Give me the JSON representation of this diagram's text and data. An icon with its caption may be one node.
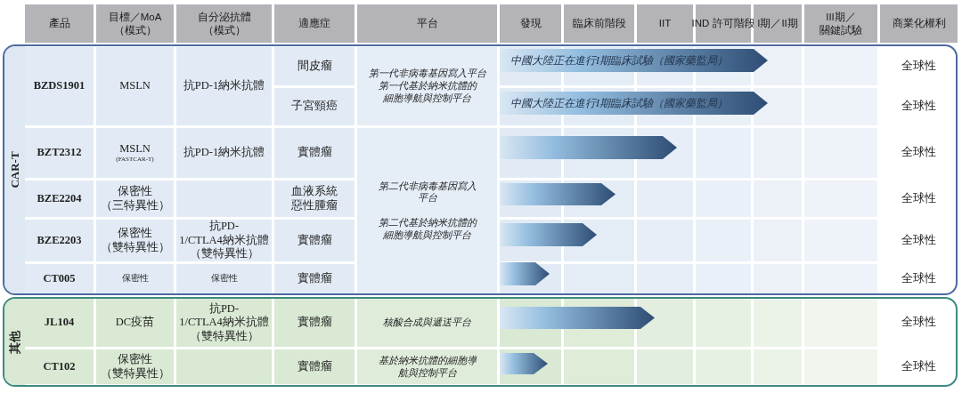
{
  "diagram": {
    "nodes": [
      {
        "text": [
          "CAR-T"
        ]
      },
      {
        "text": [
          "中國大陸正在進行I期臨床試驗（國家藥監局）"
        ],
        "in": 0
      },
      {
        "text": [
          "中國大陸正在進行I期臨床試驗（國家藥監局）"
        ],
        "in": 0
      },
      {
        "text": [],
        "shape": "bar",
        "in": 0
      },
      {
        "text": [],
        "shape": "bar",
        "in": 0
      },
      {
        "text": [],
        "shape": "bar",
        "in": 0
      },
      {
        "text": [],
        "shape": "bar",
        "in": 0
      },
      {
        "text": [
          "其他"
        ]
      },
      {
        "text": [],
        "shape": "bar",
        "in": 7
      },
      {
        "text": [],
        "shape": "bar",
        "in": 7
      }
    ],
    "labels": [
      "產品",
      "目標／MoA（模式）",
      "自分泌抗體（模式）",
      "適應症",
      "平台",
      "發現",
      "臨床前階段",
      "IIT",
      "IND 許可階段",
      "I期／II期",
      "III期／關鍵試驗",
      "商業化權利",
      "BZDS1901",
      "MSLN",
      "抗PD-1納米抗體",
      "間皮瘤",
      "第一代非病毒基因寫入平台",
      "第一代基於納米抗體的細胞導航與控制平台",
      "全球性",
      "子宮頸癌",
      "全球性",
      "BZT2312",
      "MSLN",
      "(FASTCAR-T)",
      "抗PD-1納米抗體",
      "實體瘤",
      "第二代非病毒基因寫入平台",
      "第二代基於納米抗體的細胞導航與控制平台",
      "全球性",
      "BZE2204",
      "保密性（三特異性）",
      "血液系統惡性腫瘤",
      "全球性",
      "BZE2203",
      "保密性（雙特異性）",
      "抗PD-1/CTLA4納米抗體（雙特異性）",
      "實體瘤",
      "全球性",
      "CT005",
      "保密性",
      "保密性",
      "實體瘤",
      "全球性",
      "JL104",
      "DC疫苗",
      "抗PD-1/CTLA4納米抗體（雙特異性）",
      "實體瘤",
      "核酸合成與遞送平台",
      "全球性",
      "CT102",
      "保密性（雙特異性）",
      "實體瘤",
      "基於納米抗體的細胞導航與控制平台",
      "全球性"
    ]
  }
}
